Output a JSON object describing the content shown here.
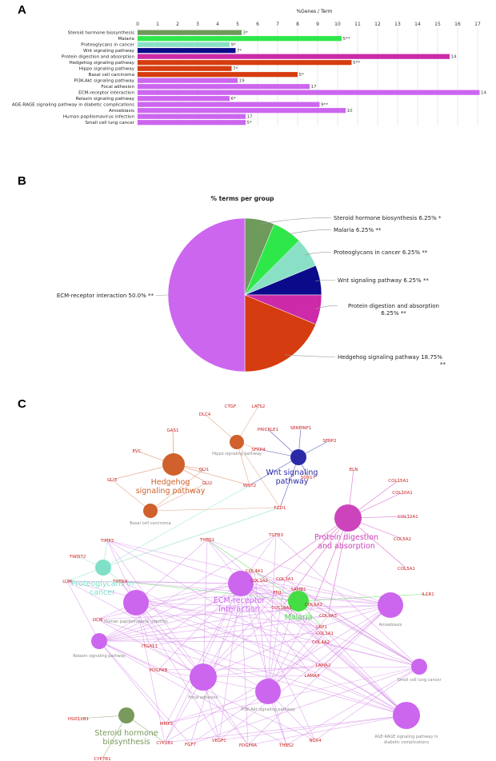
{
  "panels": {
    "a": "A",
    "b": "B",
    "c": "C"
  },
  "chart_data": [
    {
      "type": "bar",
      "orientation": "horizontal",
      "title": "%Genes / Term",
      "xlim": [
        0,
        17.5
      ],
      "xticks": [
        0,
        1,
        2,
        3,
        4,
        5,
        6,
        7,
        8,
        9,
        10,
        11,
        12,
        13,
        14,
        15,
        16,
        17
      ],
      "grid": true,
      "categories": [
        "Steroid hormone biosynthesis",
        "Malaria",
        "Proteoglycans in cancer",
        "Wnt signaling pathway",
        "Protein digestion and absorption",
        "Hedgehog signaling pathway",
        "Hippo signaling pathway",
        "Basal cell carcinoma",
        "PI3K-Akt signaling pathway",
        "Focal adhesion",
        "ECM-receptor interaction",
        "Relaxin signaling pathway",
        "AGE-RAGE signaling pathway in diabetic complications",
        "Amoebiasis",
        "Human papillomavirus infection",
        "Small cell lung cancer"
      ],
      "values": [
        5.2,
        10.2,
        4.6,
        4.9,
        15.6,
        10.7,
        4.7,
        8.0,
        5.0,
        8.6,
        17.1,
        4.6,
        9.1,
        10.4,
        5.4,
        5.4
      ],
      "bar_labels": [
        "3*",
        "5**",
        "9*",
        "7*",
        "14",
        "5**",
        "7*",
        "5*",
        "19",
        "17",
        "14",
        "6*",
        "9**",
        "10",
        "17",
        "5*"
      ],
      "colors": [
        "#6e9a5c",
        "#2ee84a",
        "#8ae0c6",
        "#0a0a8a",
        "#cc2aa8",
        "#d53c0f",
        "#d53c0f",
        "#d53c0f",
        "#cc66ee",
        "#cc66ee",
        "#cc66ee",
        "#cc66ee",
        "#cc66ee",
        "#cc66ee",
        "#cc66ee",
        "#cc66ee"
      ]
    },
    {
      "type": "pie",
      "title": "% terms per group",
      "slices": [
        {
          "label": "Steroid hormone biosynthesis 6.25% *",
          "value": 6.25,
          "color": "#6e9a5c"
        },
        {
          "label": "Malaria 6.25% **",
          "value": 6.25,
          "color": "#2ee84a"
        },
        {
          "label": "Proteoglycans in cancer 6.25% **",
          "value": 6.25,
          "color": "#8ae0c6"
        },
        {
          "label": "Wnt signaling pathway 6.25% **",
          "value": 6.25,
          "color": "#0a0a8a"
        },
        {
          "label": "Protein digestion and absorption 6.25% **",
          "value": 6.25,
          "color": "#cc2aa8"
        },
        {
          "label": "Hedgehog signaling pathway 18.75% **",
          "value": 18.75,
          "color": "#d53c0f"
        },
        {
          "label": "ECM-receptor interaction 50.0% **",
          "value": 50.0,
          "color": "#cc66ee"
        }
      ]
    }
  ],
  "network": {
    "groups": [
      {
        "label": "Hedgehog signaling pathway",
        "color": "#d0602c"
      },
      {
        "label": "Wnt signaling pathway",
        "color": "#2a2aa8"
      },
      {
        "label": "Protein digestion and absorption",
        "color": "#cc44bb"
      },
      {
        "label": "Proteoglycans in cancer",
        "color": "#80e0c8"
      },
      {
        "label": "ECM-receptor interaction",
        "color": "#cc66ee"
      },
      {
        "label": "Malaria",
        "color": "#44dd44"
      },
      {
        "label": "Steroid hormone biosynthesis",
        "color": "#789a5c"
      }
    ],
    "term_labels": [
      "Hippo signaling pathway",
      "Basal cell carcinoma",
      "Human papillomavirus infection",
      "Relaxin signaling pathway",
      "Focal adhesion",
      "PI3K-Akt signaling pathway",
      "Amoebiasis",
      "Small cell lung cancer",
      "AGE-RAGE signaling pathway in diabetic complications"
    ],
    "genes": [
      "CTGF",
      "LATS2",
      "DLC4",
      "PRICKLE1",
      "SERPINF1",
      "SFRP2",
      "GAS1",
      "SFRP4",
      "EVC",
      "GLI1",
      "GLI3",
      "GLI2",
      "WNT2",
      "SOX17",
      "FZD1",
      "ELN",
      "COL15A1",
      "COL10A1",
      "COL12A1",
      "TGFB3",
      "COL5A2",
      "COL5A1",
      "TIMP3",
      "THBS1",
      "TWIST2",
      "LUM",
      "COL4A1",
      "COL1A2",
      "COL3A1",
      "FN1",
      "SAMB1",
      "THBS3",
      "DCN",
      "COL6A2",
      "COL18A1",
      "IL1R1",
      "COL6A3",
      "LRP1",
      "COL1A1",
      "ITGA11",
      "COL4A2",
      "LAMA2",
      "PDGFRB",
      "LAMA4",
      "HSD11B1",
      "MMP2",
      "VEGFC",
      "NOX4",
      "CYP1B1",
      "FGF7",
      "PDGFRA",
      "THBS2",
      "CYP7B1"
    ]
  }
}
